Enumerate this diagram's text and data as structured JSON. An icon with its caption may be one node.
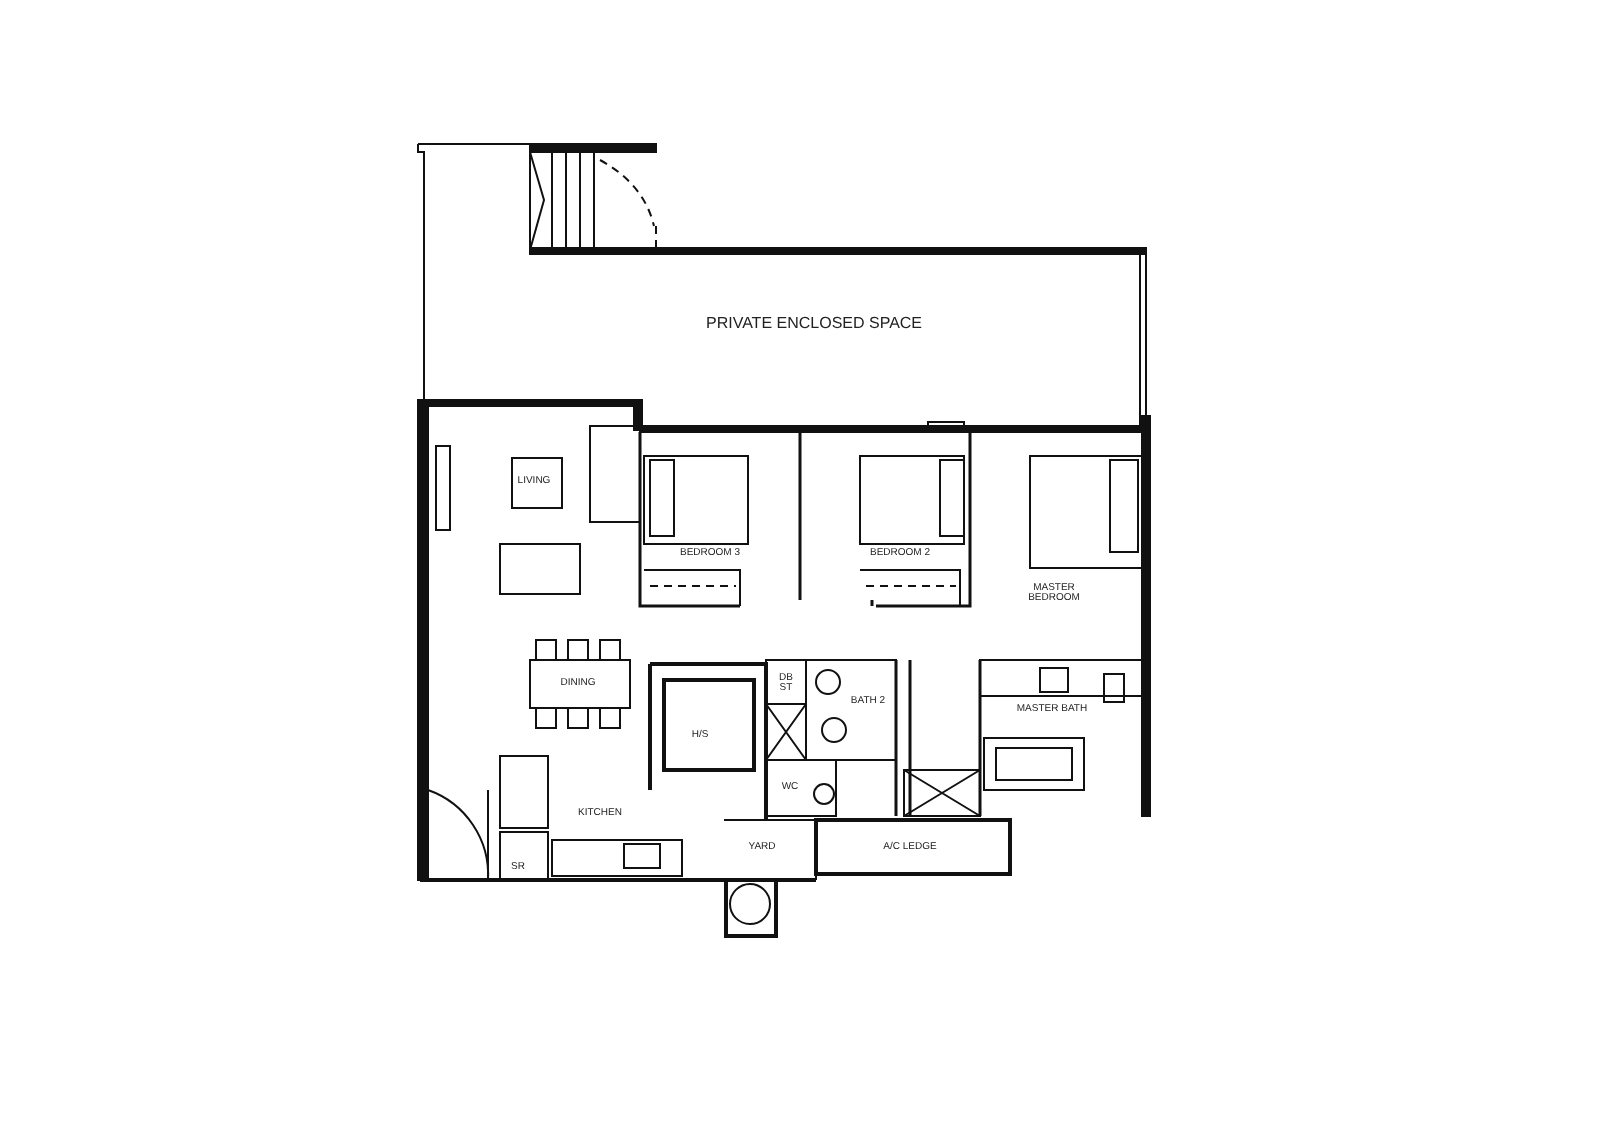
{
  "diagram": {
    "labels": [
      "PRIVATE ENCLOSED SPACE",
      "LIVING",
      "BEDROOM 3",
      "BEDROOM 2",
      "MASTER BEDROOM",
      "DINING",
      "H/S",
      "DB ST",
      "BATH 2",
      "MASTER BATH",
      "WC",
      "KITCHEN",
      "SR",
      "YARD",
      "A/C LEDGE"
    ]
  }
}
